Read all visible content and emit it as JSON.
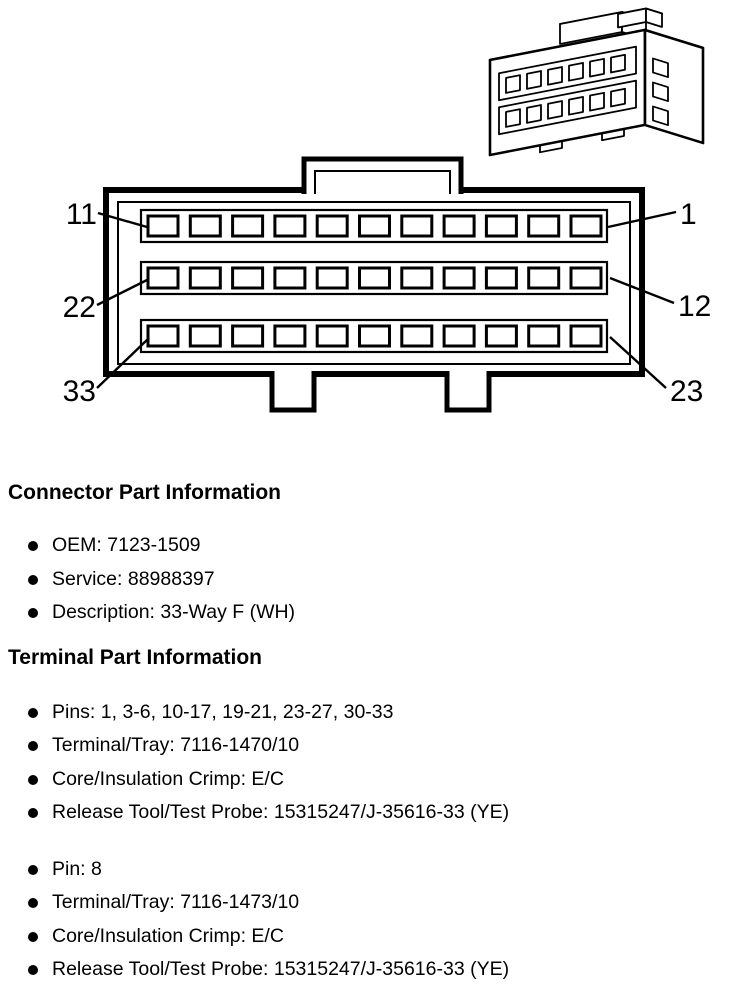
{
  "diagram": {
    "rows": 3,
    "pins_per_row": 11,
    "pin_labels": {
      "row1_left": "11",
      "row1_right": "1",
      "row2_left": "22",
      "row2_right": "12",
      "row3_left": "33",
      "row3_right": "23"
    }
  },
  "connector_part_information": {
    "heading": "Connector Part Information",
    "items": [
      "OEM: 7123-1509",
      "Service: 88988397",
      "Description: 33-Way F (WH)"
    ]
  },
  "terminal_part_information": {
    "heading": "Terminal Part Information",
    "groups": [
      {
        "items": [
          "Pins: 1, 3-6, 10-17, 19-21, 23-27, 30-33",
          "Terminal/Tray: 7116-1470/10",
          "Core/Insulation Crimp: E/C",
          "Release Tool/Test Probe: 15315247/J-35616-33 (YE)"
        ]
      },
      {
        "items": [
          "Pin: 8",
          "Terminal/Tray: 7116-1473/10",
          "Core/Insulation Crimp: E/C",
          "Release Tool/Test Probe: 15315247/J-35616-33 (YE)"
        ]
      }
    ]
  }
}
